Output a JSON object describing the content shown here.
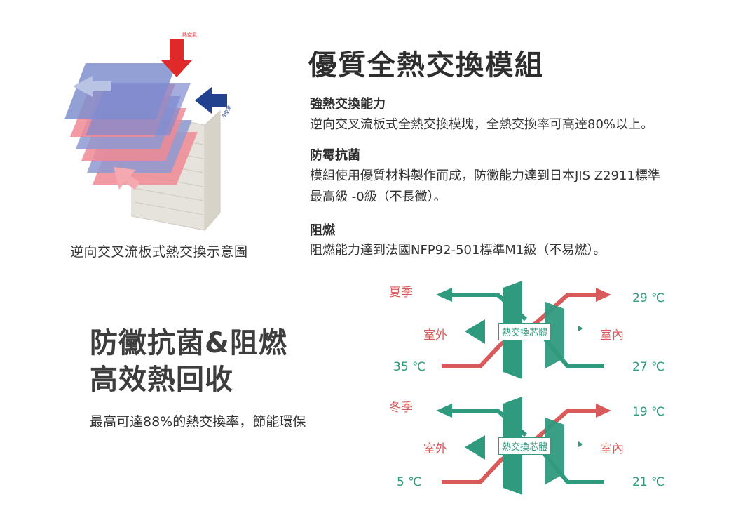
{
  "diagram": {
    "caption": "逆向交叉流板式熱交換示意圖",
    "hot_air_label": "熱空氣",
    "cold_air_label": "冷空氣"
  },
  "main": {
    "title": "優質全熱交換模組",
    "features": [
      {
        "heading": "強熱交換能力",
        "text": "逆向交叉流板式全熱交換模塊，全熱交換率可高達80%以上。"
      },
      {
        "heading": "防霉抗菌",
        "text_line1": "模組使用優質材料製作而成，防黴能力達到日本JIS Z2911標準",
        "text_line2": "最高級 -0級（不長黴）。"
      },
      {
        "heading": "阻燃",
        "text": "阻燃能力達到法國NFP92-501標準M1級（不易燃）。"
      }
    ]
  },
  "promo": {
    "headline_line1": "防黴抗菌&阻燃",
    "headline_line2": "高效熱回收",
    "subline": "最高可達88%的熱交換率，節能環保"
  },
  "exchange": {
    "summer": {
      "season": "夏季",
      "outdoor": "室外",
      "indoor": "室內",
      "core": "熱交換芯體",
      "temp_top_right": "29 ℃",
      "temp_bottom_left": "35 ℃",
      "temp_bottom_right": "27 ℃"
    },
    "winter": {
      "season": "冬季",
      "outdoor": "室外",
      "indoor": "室內",
      "core": "熱交換芯體",
      "temp_top_right": "19 ℃",
      "temp_bottom_left": "5 ℃",
      "temp_bottom_right": "21 ℃"
    }
  },
  "colors": {
    "green": "#2f9a7e",
    "red": "#d85a5a",
    "blue_plate": "#7f8fcf",
    "pink_plate": "#f08a94",
    "navy_arrow": "#1f3f95"
  }
}
